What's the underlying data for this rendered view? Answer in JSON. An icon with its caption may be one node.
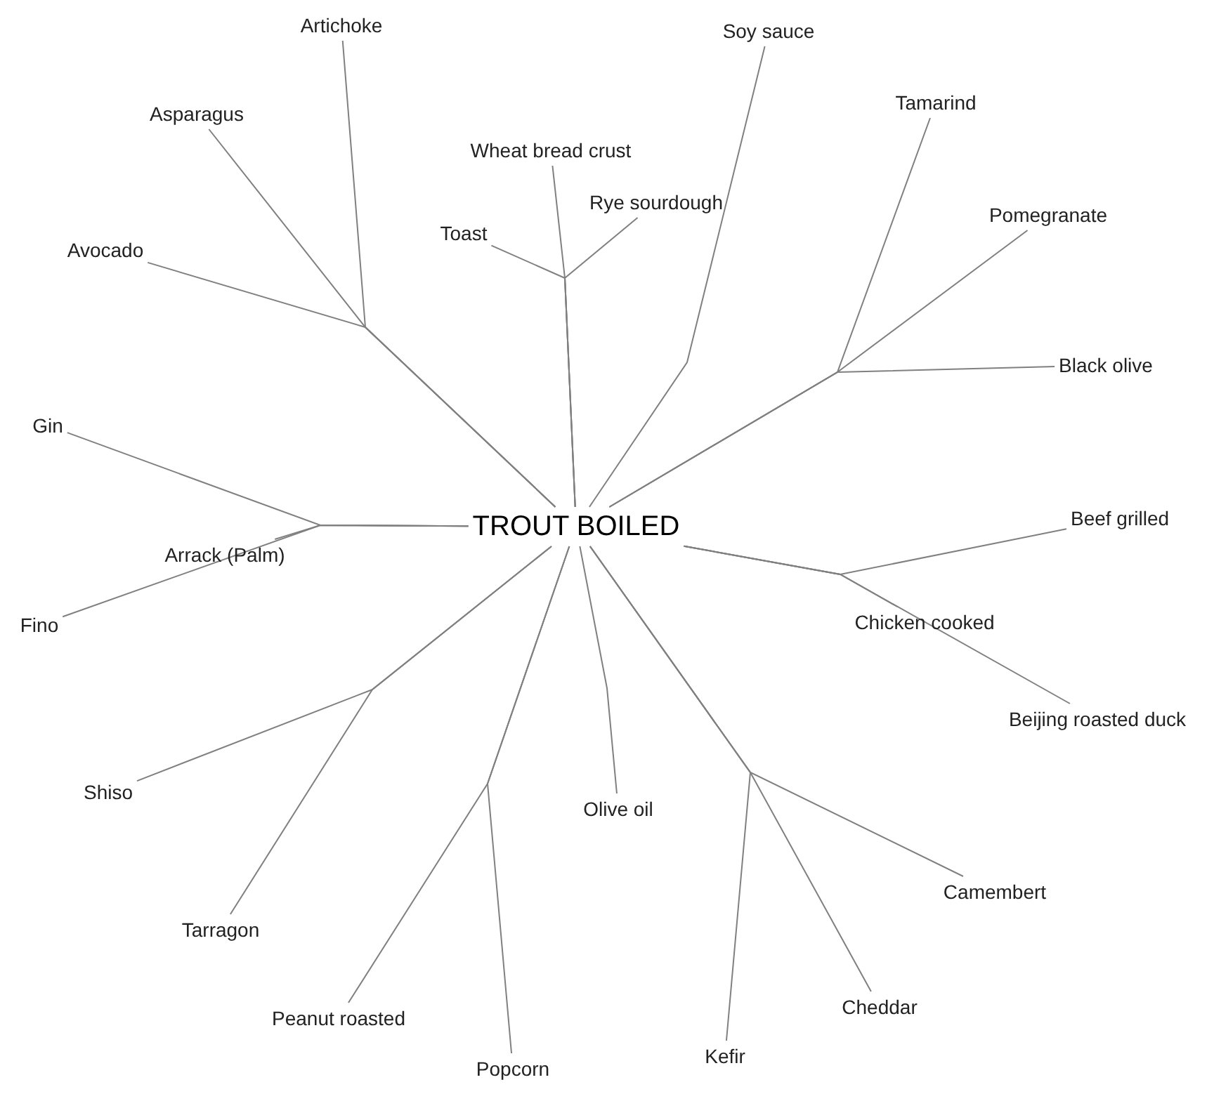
{
  "diagram": {
    "nodes": [
      {
        "text": [
          "TROUT BOILED"
        ]
      },
      {
        "text": [
          "Artichoke"
        ]
      },
      {
        "text": [
          "Asparagus"
        ]
      },
      {
        "text": [
          "Avocado"
        ]
      },
      {
        "text": [
          "Wheat bread crust"
        ]
      },
      {
        "text": [
          "Toast"
        ]
      },
      {
        "text": [
          "Rye sourdough"
        ]
      },
      {
        "text": [
          "Soy sauce"
        ]
      },
      {
        "text": [
          "Tamarind"
        ]
      },
      {
        "text": [
          "Pomegranate"
        ]
      },
      {
        "text": [
          "Black olive"
        ]
      },
      {
        "text": [
          "Gin"
        ]
      },
      {
        "text": [
          "Arrack (Palm)"
        ]
      },
      {
        "text": [
          "Fino"
        ]
      },
      {
        "text": [
          "Beef grilled"
        ]
      },
      {
        "text": [
          "Chicken cooked"
        ]
      },
      {
        "text": [
          "Beijing roasted duck"
        ]
      },
      {
        "text": [
          "Shiso"
        ]
      },
      {
        "text": [
          "Tarragon"
        ]
      },
      {
        "text": [
          "Peanut roasted"
        ]
      },
      {
        "text": [
          "Popcorn"
        ]
      },
      {
        "text": [
          "Olive oil"
        ]
      },
      {
        "text": [
          "Kefir"
        ]
      },
      {
        "text": [
          "Cheddar"
        ]
      },
      {
        "text": [
          "Camembert"
        ]
      }
    ],
    "edges": [
      {
        "from": 0,
        "to": 1,
        "arrow": "none"
      },
      {
        "from": 0,
        "to": 2,
        "arrow": "none"
      },
      {
        "from": 0,
        "to": 3,
        "arrow": "none"
      },
      {
        "from": 0,
        "to": 4,
        "arrow": "none"
      },
      {
        "from": 0,
        "to": 5,
        "arrow": "none"
      },
      {
        "from": 0,
        "to": 6,
        "arrow": "none"
      },
      {
        "from": 0,
        "to": 7,
        "arrow": "none"
      },
      {
        "from": 0,
        "to": 8,
        "arrow": "none"
      },
      {
        "from": 0,
        "to": 9,
        "arrow": "none"
      },
      {
        "from": 0,
        "to": 10,
        "arrow": "none"
      },
      {
        "from": 0,
        "to": 11,
        "arrow": "none"
      },
      {
        "from": 0,
        "to": 12,
        "arrow": "none"
      },
      {
        "from": 0,
        "to": 13,
        "arrow": "none"
      },
      {
        "from": 0,
        "to": 14,
        "arrow": "none"
      },
      {
        "from": 0,
        "to": 15,
        "arrow": "none"
      },
      {
        "from": 0,
        "to": 16,
        "arrow": "none"
      },
      {
        "from": 0,
        "to": 17,
        "arrow": "none"
      },
      {
        "from": 0,
        "to": 18,
        "arrow": "none"
      },
      {
        "from": 0,
        "to": 19,
        "arrow": "none"
      },
      {
        "from": 0,
        "to": 20,
        "arrow": "none"
      },
      {
        "from": 0,
        "to": 21,
        "arrow": "none"
      },
      {
        "from": 0,
        "to": 22,
        "arrow": "none"
      },
      {
        "from": 0,
        "to": 23,
        "arrow": "none"
      },
      {
        "from": 0,
        "to": 24,
        "arrow": "none"
      }
    ]
  }
}
